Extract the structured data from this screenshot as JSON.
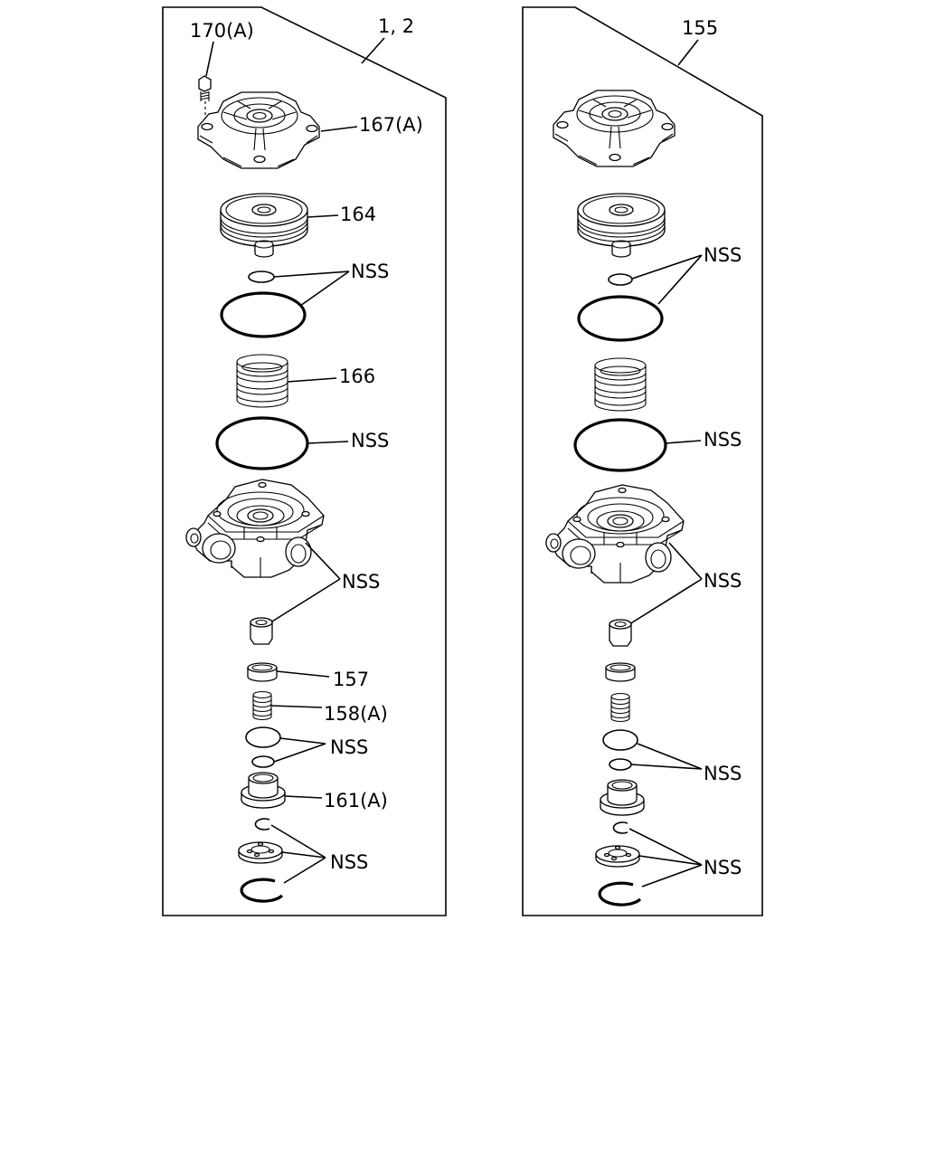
{
  "panels": [
    {
      "kit_label": "1, 2",
      "labels": {
        "screw": "170(A)",
        "cover": "167(A)",
        "piston": "164",
        "nss_orings": "NSS",
        "spring": "166",
        "nss_large_ring": "NSS",
        "nss_body": "NSS",
        "seat": "157",
        "small_spring": "158(A)",
        "nss_small_orings": "NSS",
        "valve": "161(A)",
        "nss_bottom": "NSS"
      }
    },
    {
      "kit_label": "155",
      "labels": {
        "nss_orings": "NSS",
        "nss_large_ring": "NSS",
        "nss_body": "NSS",
        "nss_small_orings": "NSS",
        "nss_bottom": "NSS"
      }
    }
  ]
}
